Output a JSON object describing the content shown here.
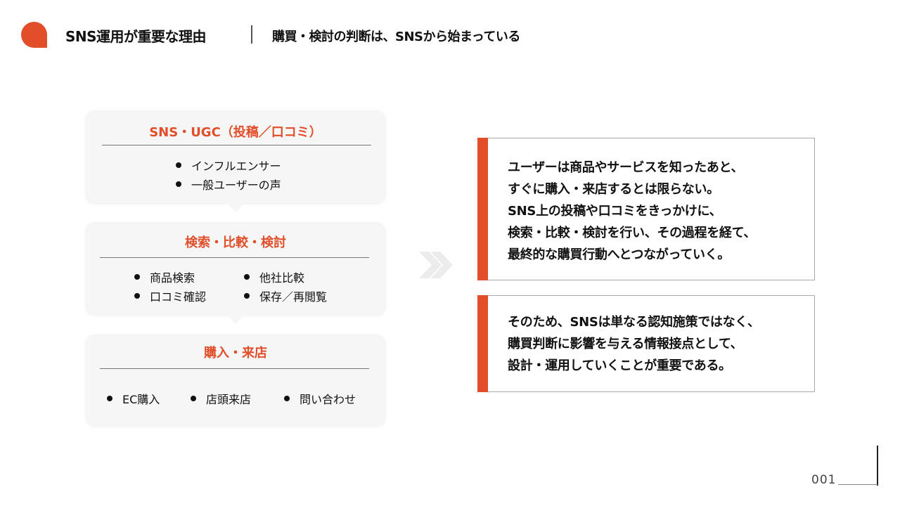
{
  "header": {
    "logo_color": "#e04e2a",
    "title": "SNS運用が重要な理由",
    "subtitle": "購買・検討の判断は、SNSから始まっている"
  },
  "flow": {
    "cards": [
      {
        "heading": "SNS・UGC（投稿／口コミ）",
        "items": [
          "インフルエンサー",
          "一般ユーザーの声"
        ]
      },
      {
        "heading": "検索・比較・検討",
        "items": [
          "商品検索",
          "他社比較",
          "口コミ確認",
          "保存／再閲覧"
        ]
      },
      {
        "heading": "購入・来店",
        "items": [
          "EC購入",
          "店頭来店",
          "問い合わせ"
        ]
      }
    ],
    "arrow_icon": "double-chevron-right-icon"
  },
  "messages": [
    {
      "lines": [
        "ユーザーは商品やサービスを知ったあと、",
        "すぐに購入・来店するとは限らない。",
        "SNS上の投稿や口コミをきっかけに、",
        "検索・比較・検討を行い、その過程を経て、",
        "最終的な購買行動へとつながっていく。"
      ]
    },
    {
      "lines": [
        "そのため、SNSは単なる認知施策ではなく、",
        "購買判断に影響を与える情報接点として、",
        "設計・運用していくことが重要である。"
      ]
    }
  ],
  "colors": {
    "accent": "#e04e2a",
    "card_bg": "#f6f6f6"
  },
  "footer": {
    "page_number": "001"
  }
}
